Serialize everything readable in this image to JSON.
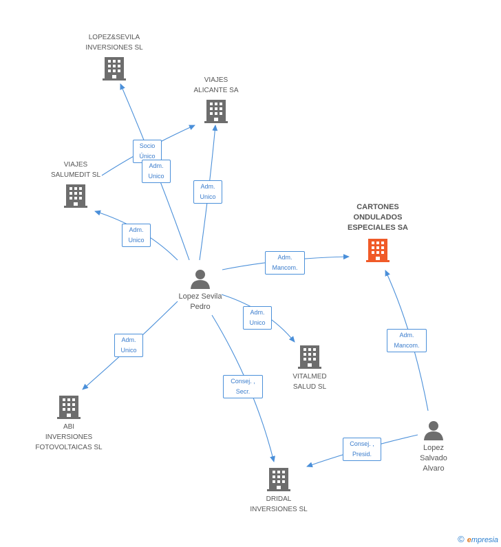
{
  "colors": {
    "edge": "#4a8fd9",
    "company": "#6d6d6d",
    "focus": "#f05a28",
    "person": "#6d6d6d"
  },
  "companies": {
    "lopez_sevila": "LOPEZ&SEVILA\nINVERSIONES SL",
    "viajes_alicante": "VIAJES\nALICANTE SA",
    "viajes_salumedit": "VIAJES\nSALUMEDIT SL",
    "cartones": "CARTONES\nONDULADOS\nESPECIALES SA",
    "vitalmed": "VITALMED\nSALUD SL",
    "abi": "ABI\nINVERSIONES\nFOTOVOLTAICAS SL",
    "dridal": "DRIDAL\nINVERSIONES SL"
  },
  "persons": {
    "pedro": "Lopez Sevila\nPedro",
    "alvaro": "Lopez\nSalvado\nAlvaro"
  },
  "edge_labels": {
    "socio_unico": "Socio\nÚnico",
    "adm_unico_lopez": "Adm.\nUnico",
    "adm_unico_alicante": "Adm.\nUnico",
    "adm_unico_salumedit": "Adm.\nUnico",
    "adm_mancom_pedro": "Adm.\nMancom.",
    "adm_unico_vitalmed": "Adm.\nUnico",
    "adm_unico_abi": "Adm.\nUnico",
    "consej_secr": "Consej. ,\nSecr.",
    "adm_mancom_alvaro": "Adm.\nMancom.",
    "consej_presid": "Consej. ,\nPresid."
  },
  "footer": {
    "copyright": "©",
    "brand_e": "e",
    "brand_rest": "mpresia"
  }
}
